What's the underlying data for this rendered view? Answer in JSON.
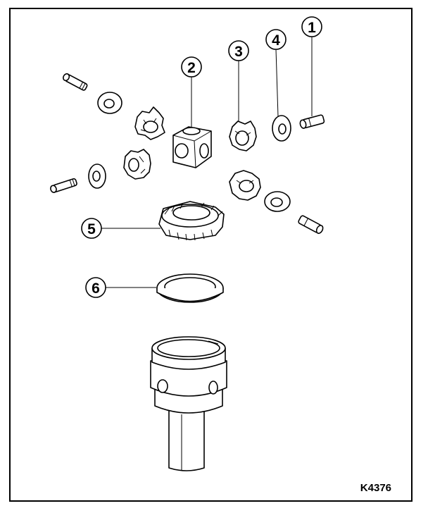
{
  "diagram": {
    "callouts": [
      {
        "id": "1",
        "label": "1"
      },
      {
        "id": "2",
        "label": "2"
      },
      {
        "id": "3",
        "label": "3"
      },
      {
        "id": "4",
        "label": "4"
      },
      {
        "id": "5",
        "label": "5"
      },
      {
        "id": "6",
        "label": "6"
      }
    ],
    "reference_code": "K4376"
  }
}
